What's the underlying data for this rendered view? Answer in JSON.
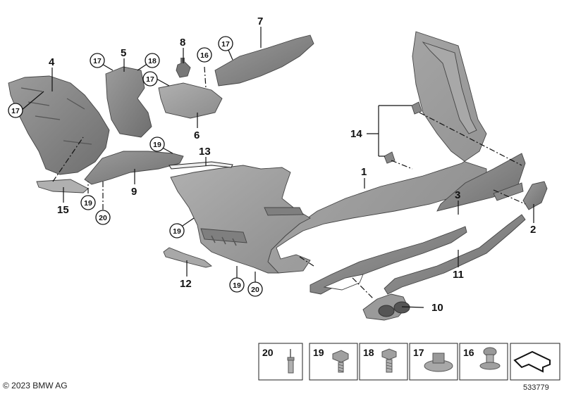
{
  "callouts": {
    "c1": "1",
    "c2": "2",
    "c3": "3",
    "c4": "4",
    "c5": "5",
    "c6": "6",
    "c7": "7",
    "c8": "8",
    "c9": "9",
    "c10": "10",
    "c11": "11",
    "c12": "12",
    "c13": "13",
    "c14": "14",
    "c15": "15"
  },
  "circled": {
    "c16": "16",
    "c17": "17",
    "c18": "18",
    "c19": "19",
    "c20": "20"
  },
  "legend": [
    {
      "label": "20",
      "icon": "blind-rivet-icon"
    },
    {
      "label": "19",
      "icon": "hex-screw-icon"
    },
    {
      "label": "18",
      "icon": "hex-bolt-icon"
    },
    {
      "label": "17",
      "icon": "clip-nut-icon"
    },
    {
      "label": "16",
      "icon": "expanding-rivet-icon"
    },
    {
      "label": "",
      "icon": "pointer-arrow-icon"
    }
  ],
  "footer": {
    "copyright": "© 2023 BMW AG",
    "image_number": "533779"
  },
  "colors": {
    "part_fill": "#9a9a9a",
    "part_dark": "#7a7a7a",
    "part_light": "#b5b5b5",
    "line": "#111111"
  }
}
